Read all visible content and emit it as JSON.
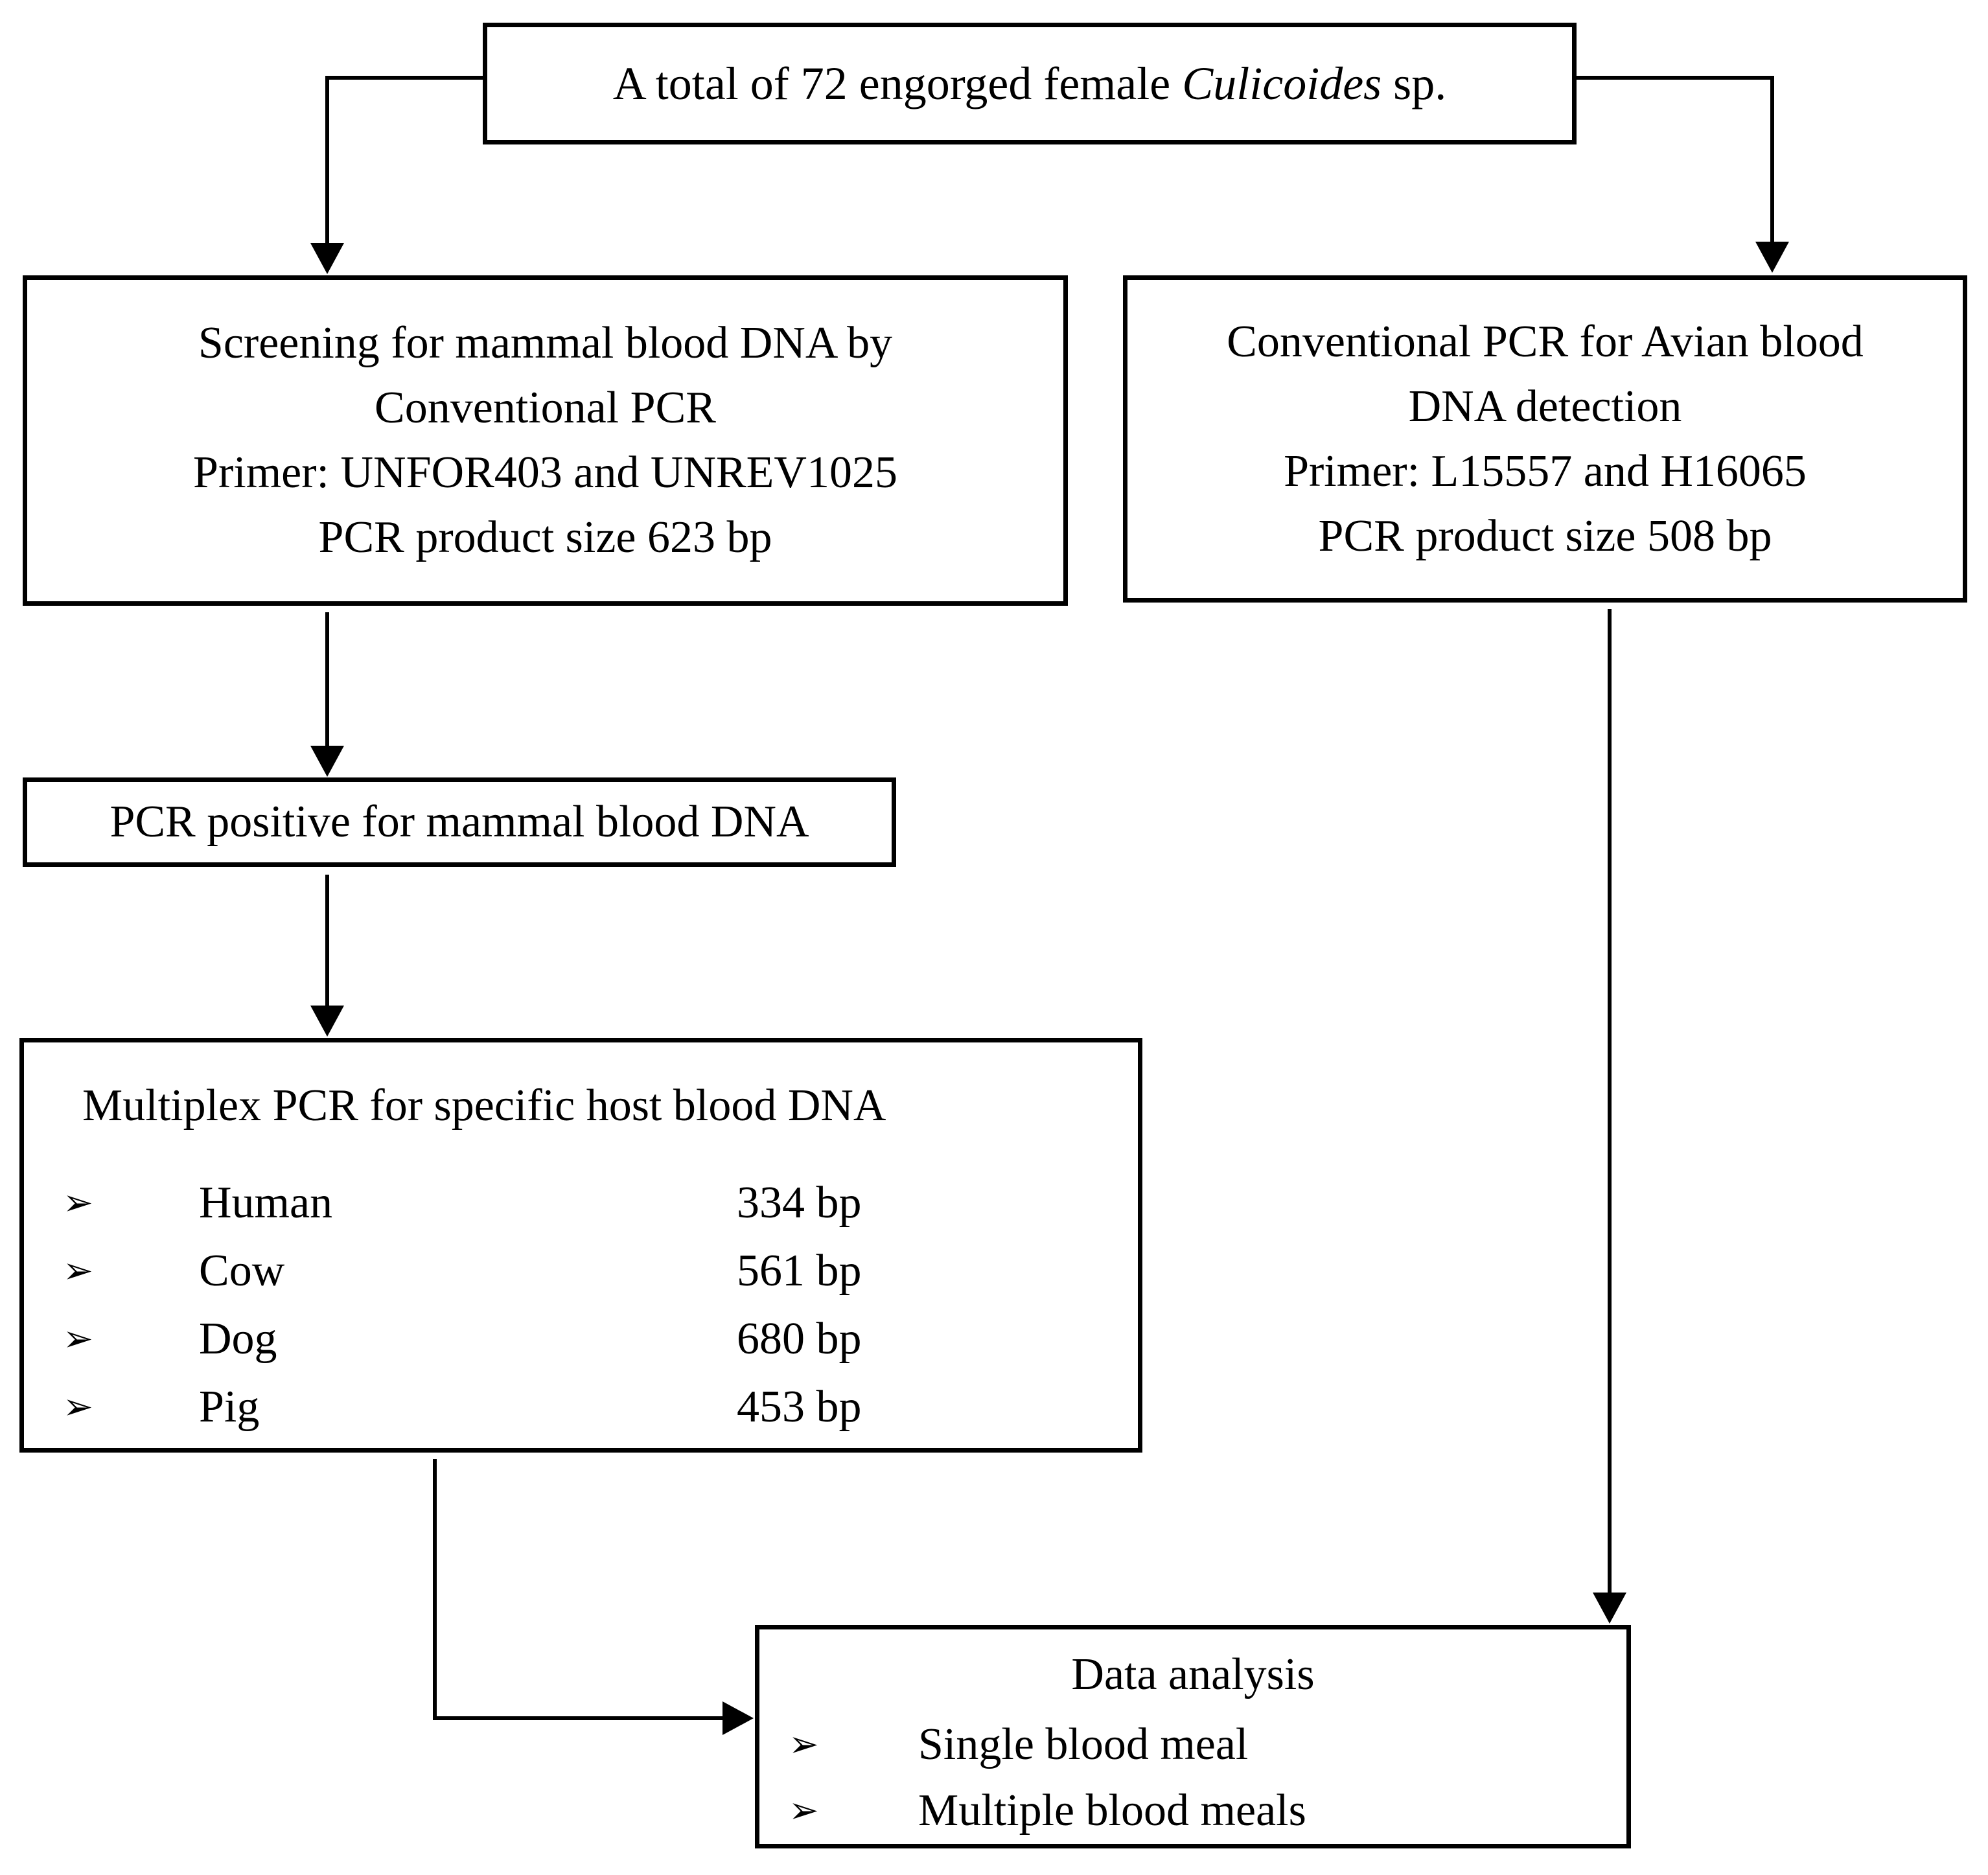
{
  "diagram": {
    "colors": {
      "line": "#000000",
      "background": "#ffffff"
    },
    "bullet_glyph": "➢",
    "total_box": {
      "text_prefix": "A total of 72 engorged female ",
      "text_italic": "Culicoides",
      "text_suffix": " sp."
    },
    "screening_box": {
      "lines": [
        "Screening for mammal blood DNA by",
        "Conventional PCR",
        "Primer: UNFOR403 and UNREV1025",
        "PCR product size 623 bp"
      ]
    },
    "avian_box": {
      "lines": [
        "Conventional PCR for Avian blood",
        "DNA detection",
        "Primer: L15557 and H16065",
        "PCR product size 508 bp"
      ]
    },
    "positive_box": {
      "text": "PCR positive for mammal blood DNA"
    },
    "multiplex_box": {
      "title": "Multiplex PCR for specific host blood DNA",
      "items": [
        {
          "label": "Human",
          "value": "334 bp"
        },
        {
          "label": "Cow",
          "value": "561 bp"
        },
        {
          "label": "Dog",
          "value": "680 bp"
        },
        {
          "label": "Pig",
          "value": "453 bp"
        }
      ]
    },
    "analysis_box": {
      "title": "Data analysis",
      "items": [
        {
          "label": "Single blood meal"
        },
        {
          "label": "Multiple blood meals"
        }
      ]
    }
  }
}
